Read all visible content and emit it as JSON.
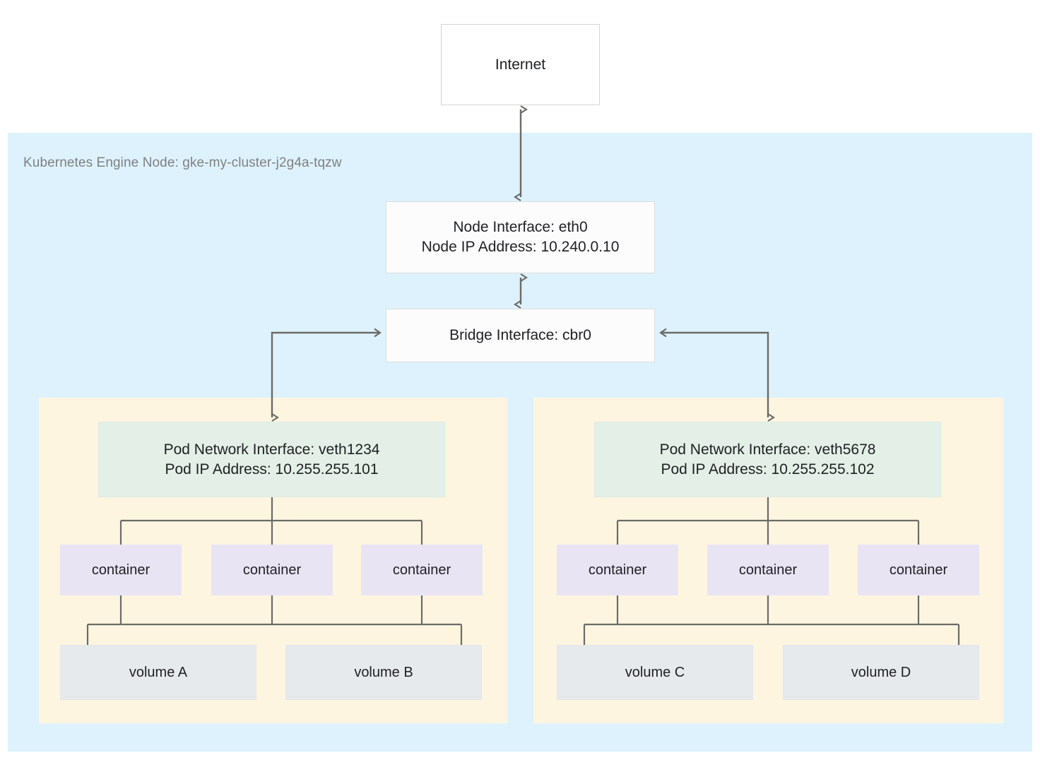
{
  "diagram": {
    "title_node_region": "Kubernetes Engine Node: gke-my-cluster-j2g4a-tqzw",
    "internet": {
      "label": "Internet"
    },
    "node_interface": {
      "line1": "Node Interface: eth0",
      "line2": "Node IP Address: 10.240.0.10"
    },
    "bridge": {
      "label": "Bridge Interface: cbr0"
    },
    "pods": [
      {
        "interface_line1": "Pod Network Interface: veth1234",
        "interface_line2": "Pod IP Address: 10.255.255.101",
        "containers": [
          "container",
          "container",
          "container"
        ],
        "volumes": [
          "volume A",
          "volume B"
        ]
      },
      {
        "interface_line1": "Pod Network Interface: veth5678",
        "interface_line2": "Pod IP Address: 10.255.255.102",
        "containers": [
          "container",
          "container",
          "container"
        ],
        "volumes": [
          "volume C",
          "volume D"
        ]
      }
    ],
    "colors": {
      "node_region_bg": "#ddf2fd",
      "pod_region_bg": "#fdf5e0",
      "pod_interface_bg": "#e3efe7",
      "container_bg": "#e9e4f4",
      "volume_bg": "#e7eaec",
      "box_bg": "#ffffff",
      "connector": "#6b6b68",
      "region_label_text": "#808080",
      "box_text": "#1f2023"
    }
  }
}
